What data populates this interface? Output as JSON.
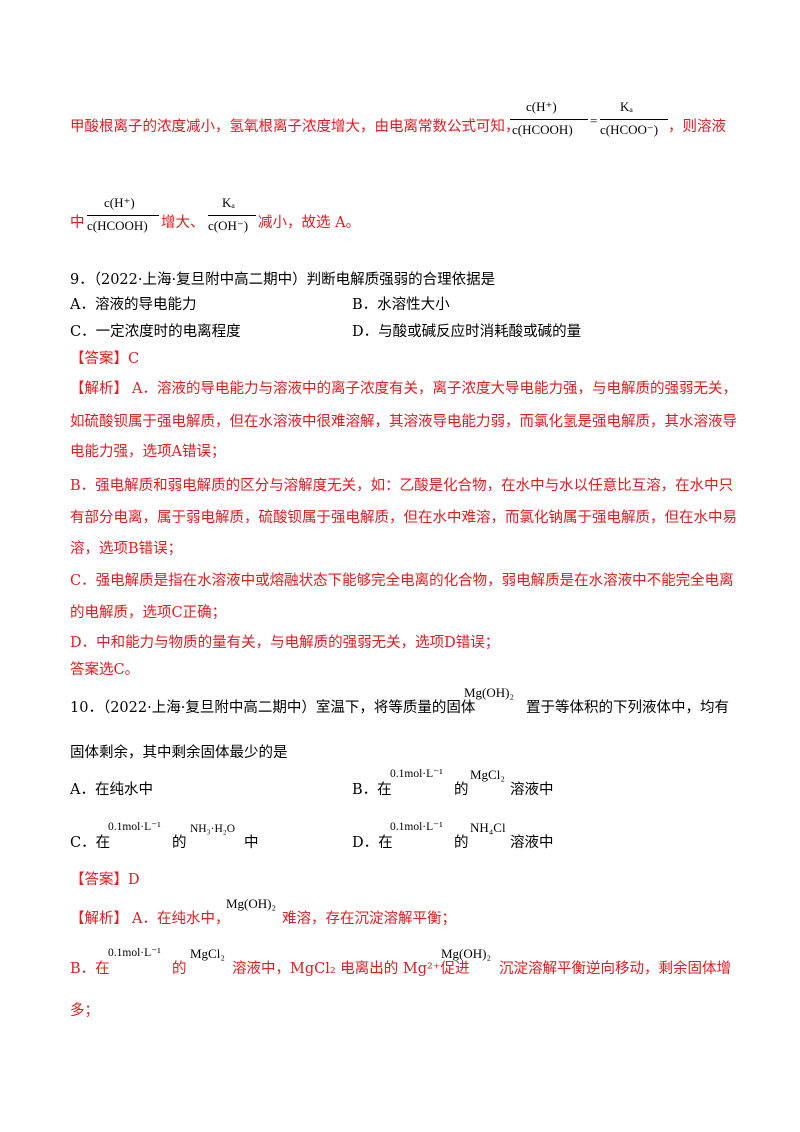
{
  "explanation_top": {
    "line1_text": "甲酸根离子的浓度减小，氢氧根离子浓度增大，由电离常数公式可知，",
    "line1_tail": "，则溶液",
    "line2_lead": "中",
    "line2_mid": "增大、",
    "line2_tail": "减小，故选 A。",
    "frac1_num": "c(H⁺)",
    "frac1_den": "c(HCOOH)",
    "eq": "=",
    "frac2_num": "Kₐ",
    "frac2_den": "c(HCOO⁻)",
    "frac3_num": "c(H⁺)",
    "frac3_den": "c(HCOOH)",
    "frac4_num": "Kₐ",
    "frac4_den": "c(OH⁻)"
  },
  "q9": {
    "stem": "9．（2022·上海·复旦附中高二期中）判断电解质强弱的合理依据是",
    "option_a": "A．溶液的导电能力",
    "option_b": "B．水溶性大小",
    "option_c": "C．一定浓度时的电离程度",
    "option_d": "D．与酸或碱反应时消耗酸或碱的量",
    "answer": "【答案】C",
    "analysis_tag": "【解析】",
    "analysis_lines": [
      "A．溶液的导电能力与溶液中的离子浓度有关，离子浓度大导电能力强，与电解质的强弱无关，",
      "如硫酸钡属于强电解质，但在水溶液中很难溶解，其溶液导电能力弱，而氯化氢是强电解质，其水溶液导",
      "电能力强，选项A错误；",
      "B．强电解质和弱电解质的区分与溶解度无关，如：乙酸是化合物，在水中与水以任意比互溶，在水中只",
      "有部分电离，属于弱电解质，硫酸钡属于强电解质，但在水中难溶，而氯化钠属于强电解质，但在水中易",
      "溶，选项B错误；",
      "C．强电解质是指在水溶液中或熔融状态下能够完全电离的化合物，弱电解质是在水溶液中不能完全电离",
      "的电解质，选项C正确；",
      "D．中和能力与物质的量有关，与电解质的强弱无关，选项D错误；",
      "答案选C。"
    ]
  },
  "q10": {
    "stem_part1": "10．（2022·上海·复旦附中高二期中）室温下，将等质量的固体",
    "stem_part2": "置于等体积的下列液体中，均有",
    "stem_line2": "固体剩余，其中剩余固体最少的是",
    "mgoh2": "Mg(OH)₂",
    "option_a": "A．在纯水中",
    "option_b_pre": "B．在",
    "option_b_de": "的",
    "option_b_post": "溶液中",
    "option_c_pre": "C．在",
    "option_c_de": "的",
    "option_c_post": "中",
    "option_d_pre": "D．在",
    "option_d_de": "的",
    "option_d_post": "溶液中",
    "conc": "0.1mol·L⁻¹",
    "mgcl2": "MgCl₂",
    "nh3h2o": "NH₃·H₂O",
    "nh4cl": "NH₄Cl",
    "answer": "【答案】D",
    "analysis_tag": "【解析】",
    "analysis_a_pre": "A．在纯水中，",
    "analysis_a_post": "难溶，存在沉淀溶解平衡；",
    "analysis_b_pre": "B．在",
    "analysis_b_de": "的",
    "analysis_b_mid": "溶液中，MgCl₂ 电离出的 Mg²⁺促进",
    "analysis_b_post": "沉淀溶解平衡逆向移动，剩余固体增",
    "analysis_b_line2": "多；"
  }
}
